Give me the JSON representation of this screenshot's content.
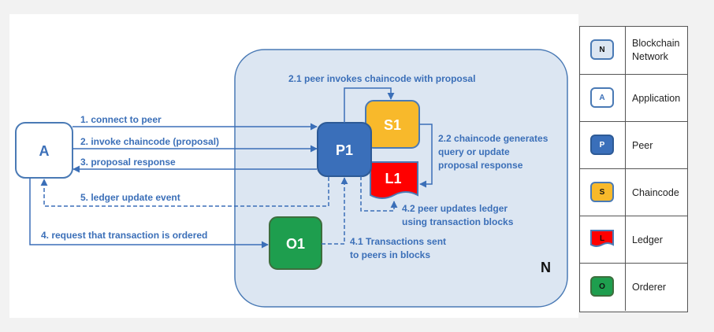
{
  "diagram": {
    "nodes": {
      "application": "A",
      "peer": "P1",
      "chaincode": "S1",
      "ledger": "L1",
      "orderer": "O1",
      "network": "N"
    },
    "flows": {
      "f1": "1. connect to peer",
      "f2": "2. invoke chaincode (proposal)",
      "f3": "3. proposal response",
      "f5": "5. ledger update event",
      "f4": "4. request that transaction is ordered",
      "f21": "2.1 peer invokes chaincode with proposal",
      "f22_l1": "2.2 chaincode generates",
      "f22_l2": "query or update",
      "f22_l3": "proposal response",
      "f42_l1": "4.2 peer updates ledger",
      "f42_l2": "using transaction blocks",
      "f41_l1": "4.1 Transactions sent",
      "f41_l2": "to peers in blocks"
    }
  },
  "legend": {
    "items": [
      {
        "icon": "N",
        "label": "Blockchain\nNetwork",
        "fill": "#dce6f2",
        "border": "#4a7ab5"
      },
      {
        "icon": "A",
        "label": "Application",
        "fill": "#ffffff",
        "border": "#4a7ab5"
      },
      {
        "icon": "P",
        "label": "Peer",
        "fill": "#3a6fba",
        "border": "#2d5a96"
      },
      {
        "icon": "S",
        "label": "Chaincode",
        "fill": "#f8b92b",
        "border": "#4a7ab5"
      },
      {
        "icon": "L",
        "label": "Ledger",
        "fill": "#ff0000",
        "border": "#4a7ab5"
      },
      {
        "icon": "O",
        "label": "Orderer",
        "fill": "#1e9e4e",
        "border": "#3d6e3d"
      }
    ]
  },
  "colors": {
    "network_fill": "#dce6f2",
    "network_border": "#4a7ab5",
    "arrow": "#3b6fb8",
    "label_text": "#3b6fb8",
    "peer": "#3a6fba",
    "chaincode": "#f8b92b",
    "ledger": "#ff0000",
    "orderer": "#1e9e4e"
  }
}
